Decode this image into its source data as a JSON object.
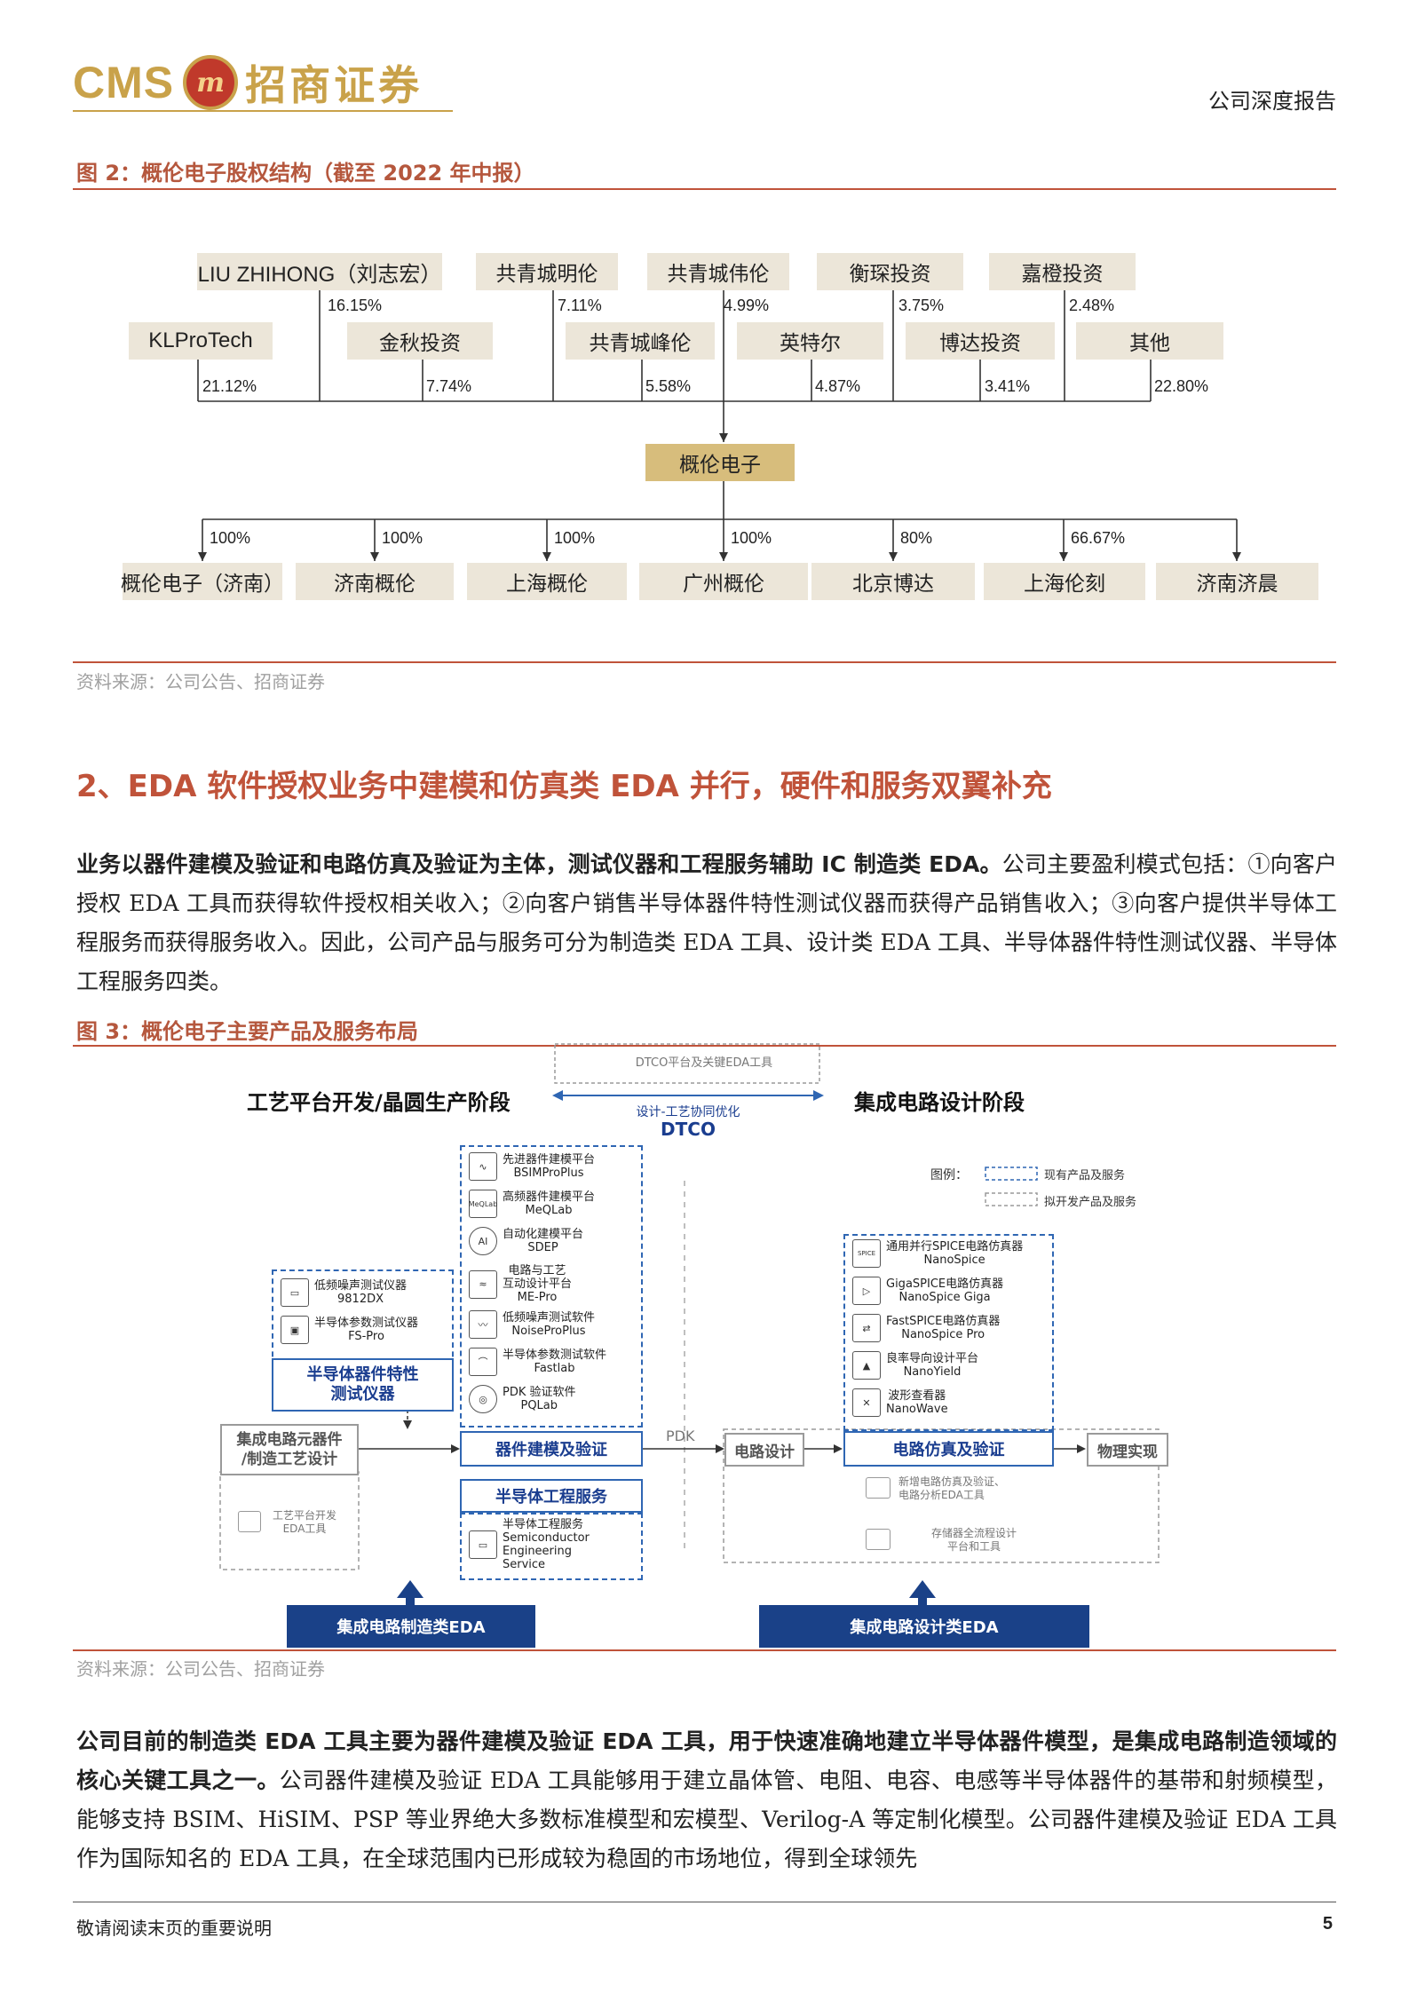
{
  "header": {
    "logo_latin": "CMS",
    "logo_emblem": "m",
    "logo_cn": "招商证券",
    "report_type": "公司深度报告"
  },
  "figure2": {
    "title": "图 2：概伦电子股权结构（截至 2022 年中报）",
    "shareholders_top": [
      {
        "name": "LIU ZHIHONG（刘志宏）",
        "pct": "16.15%"
      },
      {
        "name": "共青城明伦",
        "pct": "7.11%"
      },
      {
        "name": "共青城伟伦",
        "pct": "4.99%"
      },
      {
        "name": "衡琛投资",
        "pct": "3.75%"
      },
      {
        "name": "嘉橙投资",
        "pct": "2.48%"
      }
    ],
    "shareholders_bottom": [
      {
        "name": "KLProTech",
        "pct": "21.12%"
      },
      {
        "name": "金秋投资",
        "pct": "7.74%"
      },
      {
        "name": "共青城峰伦",
        "pct": "5.58%"
      },
      {
        "name": "英特尔",
        "pct": "4.87%"
      },
      {
        "name": "博达投资",
        "pct": "3.41%"
      },
      {
        "name": "其他",
        "pct": "22.80%"
      }
    ],
    "company": "概伦电子",
    "subsidiaries": [
      {
        "name": "概伦电子（济南）",
        "pct": "100%"
      },
      {
        "name": "济南概伦",
        "pct": "100%"
      },
      {
        "name": "上海概伦",
        "pct": "100%"
      },
      {
        "name": "广州概伦",
        "pct": "100%"
      },
      {
        "name": "北京博达",
        "pct": "80%"
      },
      {
        "name": "上海伦刻",
        "pct": "66.67%"
      },
      {
        "name": "济南济晨",
        "pct": ""
      }
    ],
    "source": "资料来源：公司公告、招商证券"
  },
  "section2": {
    "title": "2、EDA 软件授权业务中建模和仿真类 EDA 并行，硬件和服务双翼补充",
    "para_bold": "业务以器件建模及验证和电路仿真及验证为主体，测试仪器和工程服务辅助 IC 制造类 EDA。",
    "para_rest": "公司主要盈利模式包括：①向客户授权 EDA 工具而获得软件授权相关收入；②向客户销售半导体器件特性测试仪器而获得产品销售收入；③向客户提供半导体工程服务而获得服务收入。因此，公司产品与服务可分为制造类 EDA 工具、设计类 EDA 工具、半导体器件特性测试仪器、半导体工程服务四类。"
  },
  "figure3": {
    "title": "图 3：概伦电子主要产品及服务布局",
    "dtco_platform": "DTCO平台及关键EDA工具",
    "left_stage": "工艺平台开发/晶圆生产阶段",
    "right_stage": "集成电路设计阶段",
    "dtco_sub": "设计-工艺协同优化",
    "dtco": "DTCO",
    "legend_title": "图例：",
    "legend_existing": "现有产品及服务",
    "legend_planned": "拟开发产品及服务",
    "modeling_items": [
      {
        "icon": "∿",
        "l1": "先进器件建模平台",
        "l2": "BSIMProPlus"
      },
      {
        "icon": "MeQLab",
        "l1": "高频器件建模平台",
        "l2": "MeQLab"
      },
      {
        "icon": "AI",
        "l1": "自动化建模平台",
        "l2": "SDEP"
      },
      {
        "icon": "≈",
        "l1": "电路与工艺",
        "l2": "互动设计平台",
        "l3": "ME-Pro"
      },
      {
        "icon": "〰",
        "l1": "低频噪声测试软件",
        "l2": "NoiseProPlus"
      },
      {
        "icon": "⌒",
        "l1": "半导体参数测试软件",
        "l2": "Fastlab"
      },
      {
        "icon": "◎",
        "l1": "PDK 验证软件",
        "l2": "PQLab"
      }
    ],
    "instrument_items": [
      {
        "icon": "▭",
        "l1": "低频噪声测试仪器",
        "l2": "9812DX"
      },
      {
        "icon": "▣",
        "l1": "半导体参数测试仪器",
        "l2": "FS-Pro"
      }
    ],
    "instrument_label": "半导体器件特性\n测试仪器",
    "sim_items": [
      {
        "icon": "SPICE",
        "l1": "通用并行SPICE电路仿真器",
        "l2": "NanoSpice"
      },
      {
        "icon": "▷",
        "l1": "GigaSPICE电路仿真器",
        "l2": "NanoSpice Giga"
      },
      {
        "icon": "⇄",
        "l1": "FastSPICE电路仿真器",
        "l2": "NanoSpice Pro"
      },
      {
        "icon": "▲",
        "l1": "良率导向设计平台",
        "l2": "NanoYield"
      },
      {
        "icon": "✕",
        "l1": "波形查看器",
        "l2": "NanoWave"
      }
    ],
    "ic_design": "集成电路元器件\n/制造工艺设计",
    "process_tool": "工艺平台开发\nEDA工具",
    "modeling_label": "器件建模及验证",
    "pdk": "PDK",
    "circuit_design": "电路设计",
    "sim_label": "电路仿真及验证",
    "physical": "物理实现",
    "service_label": "半导体工程服务",
    "service_item": {
      "l1": "半导体工程服务",
      "l2": "Semiconductor",
      "l3": "Engineering",
      "l4": "Service"
    },
    "new_sim": "新增电路仿真及验证、\n电路分析EDA工具",
    "storage": "存储器全流程设计\n平台和工具",
    "mfg_eda": "集成电路制造类EDA",
    "design_eda": "集成电路设计类EDA",
    "source": "资料来源：公司公告、招商证券"
  },
  "para3": {
    "bold": "公司目前的制造类 EDA 工具主要为器件建模及验证 EDA 工具，用于快速准确地建立半导体器件模型，是集成电路制造领域的核心关键工具之一。",
    "rest": "公司器件建模及验证 EDA 工具能够用于建立晶体管、电阻、电容、电感等半导体器件的基带和射频模型，能够支持 BSIM、HiSIM、PSP 等业界绝大多数标准模型和宏模型、Verilog-A 等定制化模型。公司器件建模及验证 EDA 工具作为国际知名的 EDA 工具，在全球范围内已形成较为稳固的市场地位，得到全球领先"
  },
  "footer": {
    "note": "敬请阅读末页的重要说明",
    "page": "5"
  }
}
